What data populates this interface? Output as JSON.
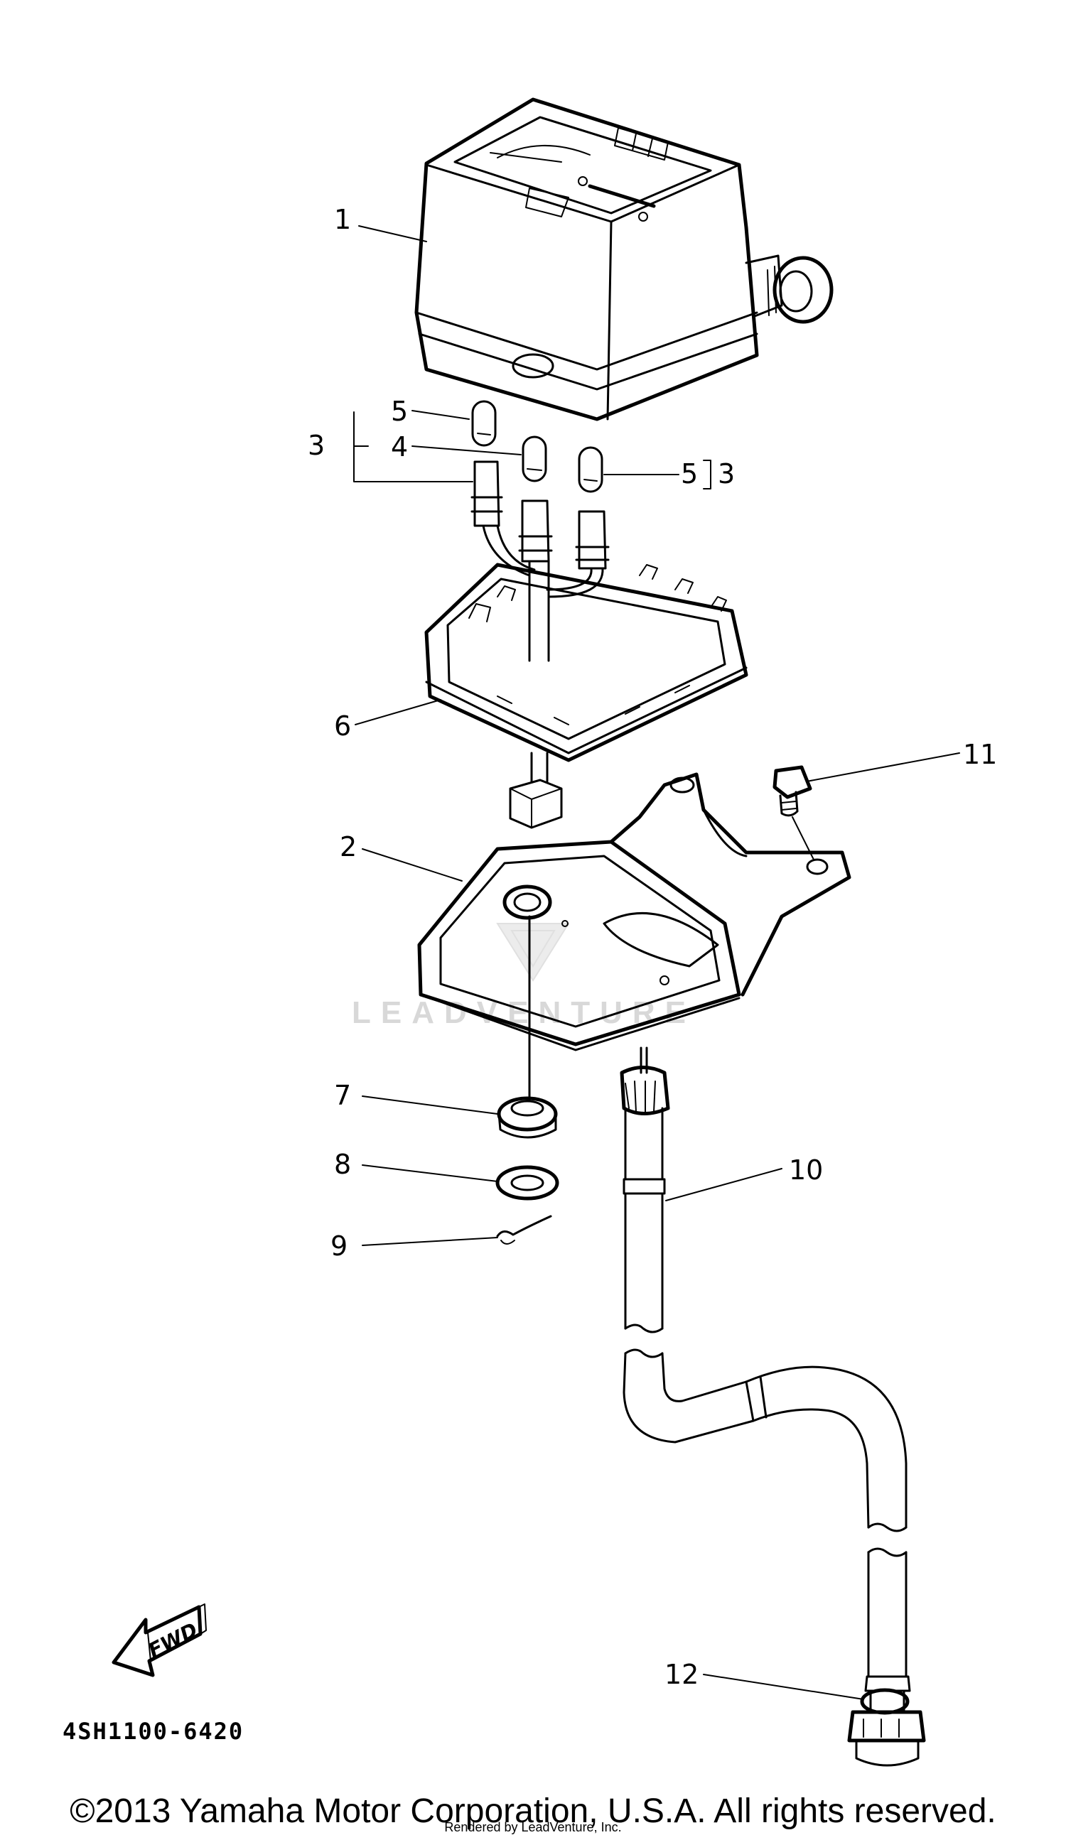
{
  "diagram": {
    "callouts": [
      {
        "id": "1",
        "text": "1"
      },
      {
        "id": "2",
        "text": "2"
      },
      {
        "id": "3a",
        "text": "3"
      },
      {
        "id": "3b",
        "text": "3"
      },
      {
        "id": "4",
        "text": "4"
      },
      {
        "id": "5a",
        "text": "5"
      },
      {
        "id": "5b",
        "text": "5"
      },
      {
        "id": "6",
        "text": "6"
      },
      {
        "id": "7",
        "text": "7"
      },
      {
        "id": "8",
        "text": "8"
      },
      {
        "id": "9",
        "text": "9"
      },
      {
        "id": "10",
        "text": "10"
      },
      {
        "id": "11",
        "text": "11"
      },
      {
        "id": "12",
        "text": "12"
      }
    ],
    "fwd_arrow": "FWD",
    "watermark": "LEADVENTURE",
    "diagram_code": "4SH1100-6420"
  },
  "footer": {
    "copyright": "©2013 Yamaha Motor Corporation, U.S.A. All rights reserved.",
    "rendered_by": "Rendered by LeadVenture, Inc."
  },
  "colors": {
    "ink": "#000000",
    "watermark": "#d8d8d8",
    "background": "#ffffff"
  }
}
